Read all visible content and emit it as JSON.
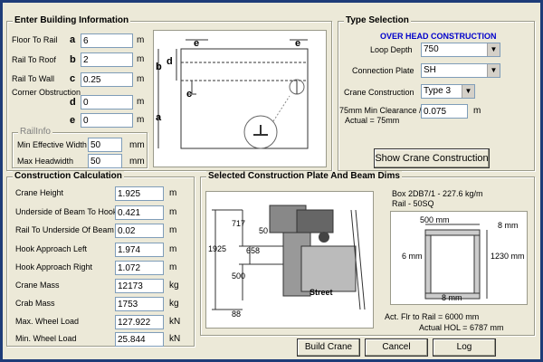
{
  "building": {
    "title": "Enter Building Information",
    "rows": [
      {
        "label": "Floor To Rail",
        "key": "a",
        "value": "6",
        "unit": "m"
      },
      {
        "label": "Rail To Roof",
        "key": "b",
        "value": "2",
        "unit": "m"
      },
      {
        "label": "Rail To Wall",
        "key": "c",
        "value": "0.25",
        "unit": "m"
      },
      {
        "label": "Corner Obstruction",
        "key": "d",
        "value": "0",
        "unit": "m"
      },
      {
        "label": "",
        "key": "e",
        "value": "0",
        "unit": "m"
      }
    ],
    "railinfo": {
      "title": "RailInfo",
      "rows": [
        {
          "label": "Min Effective Width",
          "value": "50",
          "unit": "mm"
        },
        {
          "label": "Max Headwidth",
          "value": "50",
          "unit": "mm"
        }
      ]
    },
    "diagram_labels": {
      "a": "a",
      "b": "b",
      "c": "c",
      "d": "d",
      "e": "e"
    }
  },
  "type_selection": {
    "title": "Type Selection",
    "heading": "OVER HEAD CONSTRUCTION",
    "loop_depth_label": "Loop Depth",
    "loop_depth_value": "750",
    "connection_plate_label": "Connection Plate",
    "connection_plate_value": "SH",
    "crane_construction_label": "Crane Construction",
    "crane_construction_value": "Type 3",
    "clearance_label_1": "75mm Min Clearance /",
    "clearance_label_2": "Actual = 75mm",
    "clearance_value": "0.075",
    "clearance_unit": "m",
    "show_button": "Show Crane Construction"
  },
  "construction": {
    "title": "Construction Calculation",
    "rows": [
      {
        "label": "Crane Height",
        "value": "1.925",
        "unit": "m"
      },
      {
        "label": "Underside of Beam To Hook",
        "value": "0.421",
        "unit": "m"
      },
      {
        "label": "Rail To Underside Of Beam",
        "value": "0.02",
        "unit": "m"
      },
      {
        "label": "Hook Approach Left",
        "value": "1.974",
        "unit": "m"
      },
      {
        "label": "Hook Approach Right",
        "value": "1.072",
        "unit": "m"
      },
      {
        "label": "Crane Mass",
        "value": "12173",
        "unit": "kg"
      },
      {
        "label": "Crab Mass",
        "value": "1753",
        "unit": "kg"
      },
      {
        "label": "Max. Wheel Load",
        "value": "127.922",
        "unit": "kN"
      },
      {
        "label": "Min. Wheel Load",
        "value": "25.844",
        "unit": "kN"
      }
    ]
  },
  "plate": {
    "title": "Selected Construction Plate And Beam Dims",
    "beam_line1": "Box 2DB7/1 - 227.6 kg/m",
    "beam_line2": "Rail - 50SQ",
    "crab_dims": {
      "d717": "717",
      "d50": "50",
      "d658": "658",
      "d1925": "1925",
      "d500": "500",
      "d88": "88",
      "brand": "Street"
    },
    "beam_dims": {
      "w500": "500 mm",
      "w8": "8 mm",
      "w6": "6 mm",
      "h1230": "1230 mm",
      "b8": "8 mm"
    },
    "act_flr": "Act. Flr to Rail = 6000 mm",
    "actual_hol": "Actual HOL = 6787 mm"
  },
  "buttons": {
    "build": "Build Crane",
    "cancel": "Cancel",
    "log": "Log"
  },
  "colors": {
    "heading_blue": "#0000cc",
    "window_bg": "#ece9d8",
    "frame": "#1e3c78"
  }
}
